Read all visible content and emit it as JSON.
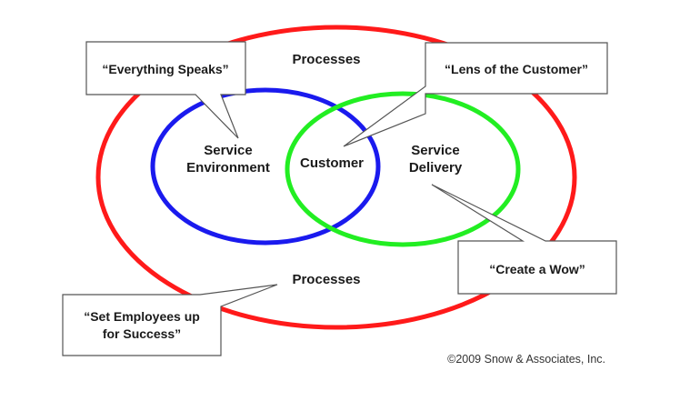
{
  "labels": {
    "processes_top": "Processes",
    "processes_bottom": "Processes",
    "service_environment_line1": "Service",
    "service_environment_line2": "Environment",
    "customer": "Customer",
    "service_delivery_line1": "Service",
    "service_delivery_line2": "Delivery"
  },
  "callouts": {
    "everything_speaks": "“Everything Speaks”",
    "lens_of_customer": "“Lens of the Customer”",
    "create_a_wow": "“Create a Wow”",
    "set_employees_line1": "“Set Employees up",
    "set_employees_line2": "for Success”"
  },
  "copyright": "©2009 Snow & Associates, Inc.",
  "colors": {
    "processes_ellipse": "#ff1a1a",
    "service_environment_circle": "#1a1aee",
    "service_delivery_circle": "#22ee22"
  }
}
